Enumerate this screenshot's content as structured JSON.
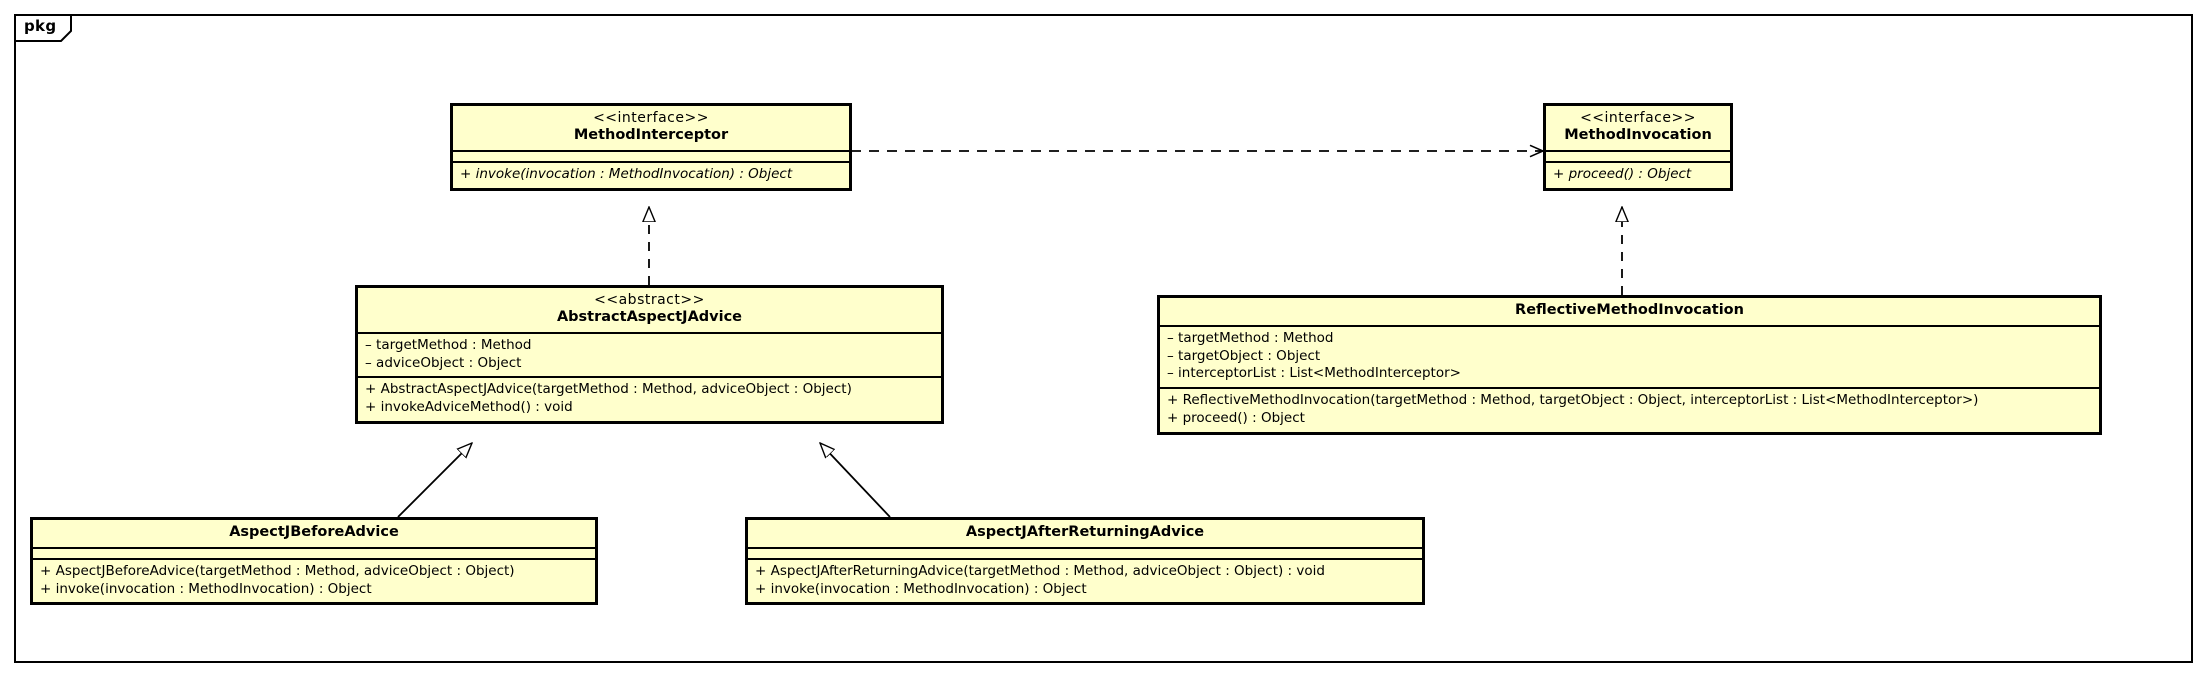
{
  "diagram": {
    "frame_label": "pkg",
    "fill_color": "#ffffcc",
    "line_color": "#000000",
    "background": "#ffffff"
  },
  "classes": {
    "method_interceptor": {
      "stereotype": "<<interface>>",
      "name": "MethodInterceptor",
      "attributes": [],
      "methods": [
        "+ invoke(invocation : MethodInvocation) : Object"
      ]
    },
    "method_invocation": {
      "stereotype": "<<interface>>",
      "name": "MethodInvocation",
      "attributes": [],
      "methods": [
        "+ proceed() : Object"
      ]
    },
    "abstract_aspectj_advice": {
      "stereotype": "<<abstract>>",
      "name": "AbstractAspectJAdvice",
      "attributes": [
        "– targetMethod : Method",
        "– adviceObject : Object"
      ],
      "methods": [
        "+ AbstractAspectJAdvice(targetMethod : Method, adviceObject : Object)",
        "+ invokeAdviceMethod() : void"
      ]
    },
    "reflective_method_invocation": {
      "stereotype": "",
      "name": "ReflectiveMethodInvocation",
      "attributes": [
        "– targetMethod : Method",
        "– targetObject : Object",
        "– interceptorList : List<MethodInterceptor>"
      ],
      "methods": [
        "+ ReflectiveMethodInvocation(targetMethod : Method, targetObject : Object, interceptorList : List<MethodInterceptor>)",
        "+ proceed() : Object"
      ]
    },
    "aspectj_before_advice": {
      "stereotype": "",
      "name": "AspectJBeforeAdvice",
      "attributes": [],
      "methods": [
        "+ AspectJBeforeAdvice(targetMethod : Method, adviceObject : Object)",
        "+ invoke(invocation : MethodInvocation) : Object"
      ]
    },
    "aspectj_after_returning_advice": {
      "stereotype": "",
      "name": "AspectJAfterReturningAdvice",
      "attributes": [],
      "methods": [
        "+ AspectJAfterReturningAdvice(targetMethod : Method, adviceObject : Object) : void",
        "+ invoke(invocation : MethodInvocation) : Object"
      ]
    }
  },
  "relationships": [
    {
      "id": "dep-interceptor-invocation",
      "type": "dependency",
      "from": "MethodInterceptor",
      "to": "MethodInvocation",
      "style": "dashed-open-arrow"
    },
    {
      "id": "real-abstract-interceptor",
      "type": "realization",
      "from": "AbstractAspectJAdvice",
      "to": "MethodInterceptor",
      "style": "dashed-hollow-triangle"
    },
    {
      "id": "real-reflective-invocation",
      "type": "realization",
      "from": "ReflectiveMethodInvocation",
      "to": "MethodInvocation",
      "style": "dashed-hollow-triangle"
    },
    {
      "id": "gen-before-abstract",
      "type": "generalization",
      "from": "AspectJBeforeAdvice",
      "to": "AbstractAspectJAdvice",
      "style": "solid-hollow-triangle"
    },
    {
      "id": "gen-afterreturning-abstract",
      "type": "generalization",
      "from": "AspectJAfterReturningAdvice",
      "to": "AbstractAspectJAdvice",
      "style": "solid-hollow-triangle"
    }
  ]
}
